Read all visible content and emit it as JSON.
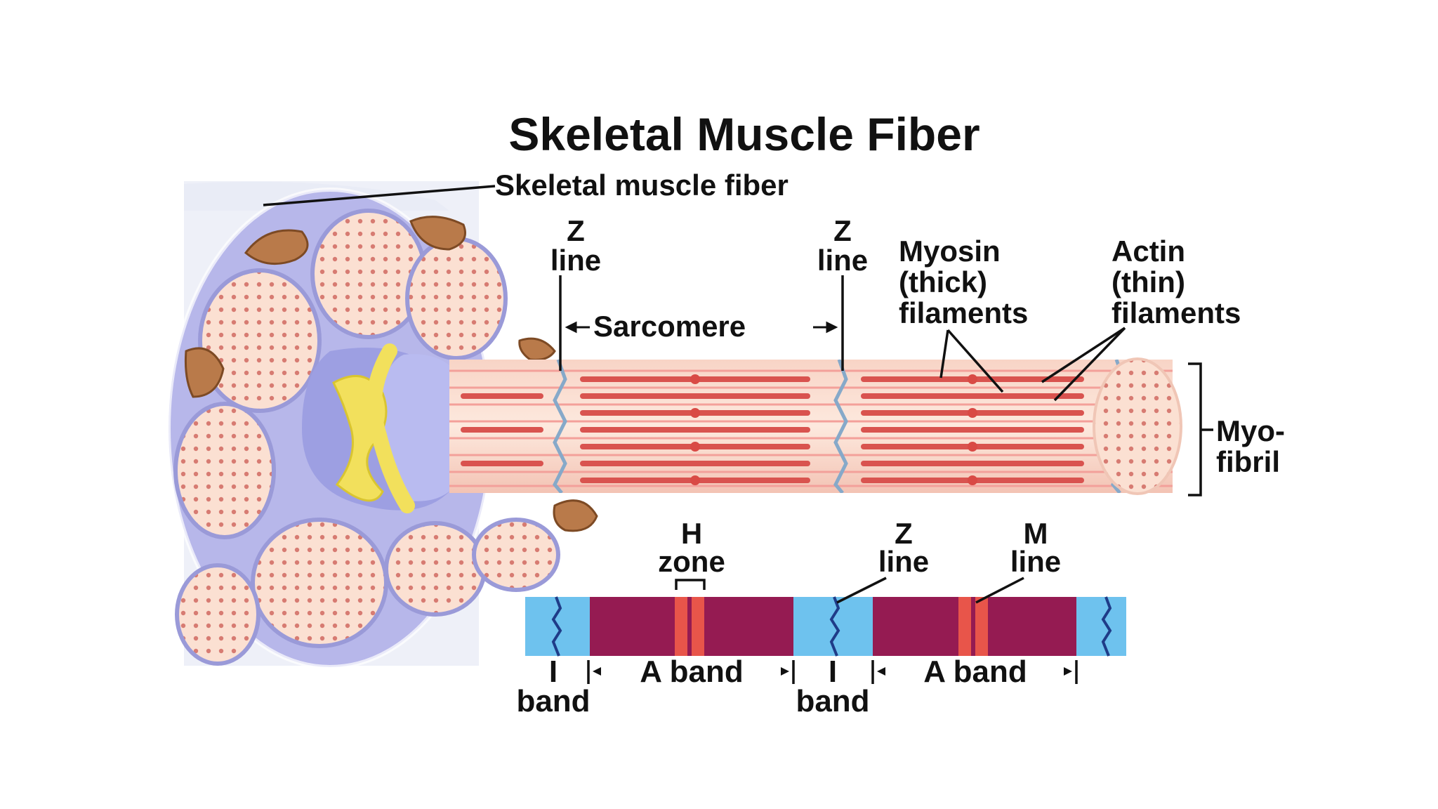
{
  "title": "Skeletal Muscle Fiber",
  "labels": {
    "fiber": "Skeletal muscle fiber",
    "z_line_1": [
      "Z",
      "line"
    ],
    "z_line_2": [
      "Z",
      "line"
    ],
    "sarcomere": "Sarcomere",
    "myosin": [
      "Myosin",
      "(thick)",
      "filaments"
    ],
    "actin": [
      "Actin",
      "(thin)",
      "filaments"
    ],
    "myofibril": [
      "Myo-",
      "fibril"
    ],
    "h_zone": [
      "H",
      "zone"
    ],
    "z_line_3": [
      "Z",
      "line"
    ],
    "m_line": [
      "M",
      "line"
    ],
    "i_band_1": [
      "I",
      "band"
    ],
    "i_band_2": [
      "I",
      "band"
    ],
    "a_band_1": "A band",
    "a_band_2": "A band"
  },
  "colors": {
    "i_band": "#6ec2ee",
    "a_band": "#951b52",
    "h_zone": "#e8554a",
    "myofibril_fill": "#fbe3d6",
    "myosin": "#d9534f",
    "actin": "#f3a09a",
    "connective": "#a9a9e6",
    "nerve": "#f2e05c",
    "mitochondria": "#b97a4a",
    "text": "#111111"
  }
}
